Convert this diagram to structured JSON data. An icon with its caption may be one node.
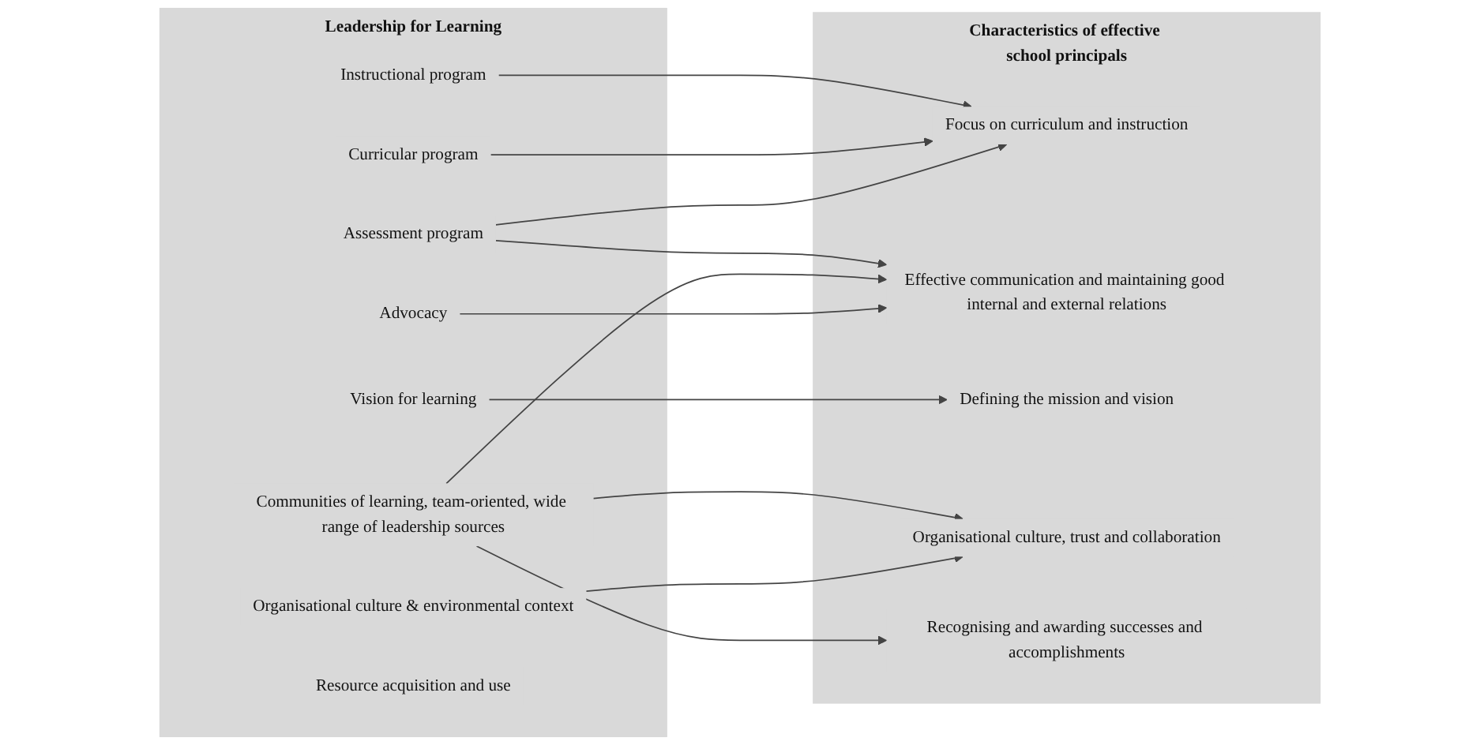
{
  "diagram": {
    "nodes": [
      {
        "text": [
          "Leadership for Learning"
        ]
      },
      {
        "text": [
          "Instructional program"
        ],
        "in": 0
      },
      {
        "text": [
          "Curricular program"
        ],
        "in": 0
      },
      {
        "text": [
          "Assessment program"
        ],
        "in": 0
      },
      {
        "text": [
          "Vision for learning"
        ],
        "in": 0
      },
      {
        "text": [
          "Communities of learning, team-oriented, wide range of leadership sources"
        ],
        "in": 0
      },
      {
        "text": [
          "Resource acquisition and use"
        ],
        "in": 0
      },
      {
        "text": [
          "Organisational culture & environmental context"
        ],
        "in": 0
      },
      {
        "text": [
          "Advocacy"
        ],
        "in": 0
      },
      {
        "text": [
          "Characteristics of effective school principals"
        ]
      },
      {
        "text": [
          "Focus on curriculum and instruction"
        ],
        "in": 9
      },
      {
        "text": [
          "Effective communication and maintaining good internal and external relations"
        ],
        "in": 9
      },
      {
        "text": [
          "Defining the mission and vision"
        ],
        "in": 9
      },
      {
        "text": [
          "Organisational culture, trust and collaboration"
        ],
        "in": 9
      },
      {
        "text": [
          "Recognising and awarding successes and accomplishments"
        ],
        "in": 9
      }
    ],
    "edges": [
      {
        "from": 1,
        "to": 10,
        "arrow": "to"
      },
      {
        "from": 2,
        "to": 10,
        "arrow": "to"
      },
      {
        "from": 3,
        "to": 10,
        "arrow": "to"
      },
      {
        "from": 3,
        "to": 11,
        "arrow": "to"
      },
      {
        "from": 4,
        "to": 12,
        "arrow": "to"
      },
      {
        "from": 5,
        "to": 11,
        "arrow": "to"
      },
      {
        "from": 5,
        "to": 13,
        "arrow": "to"
      },
      {
        "from": 5,
        "to": 14,
        "arrow": "to"
      },
      {
        "from": 7,
        "to": 13,
        "arrow": "to"
      },
      {
        "from": 8,
        "to": 11,
        "arrow": "to"
      }
    ]
  }
}
